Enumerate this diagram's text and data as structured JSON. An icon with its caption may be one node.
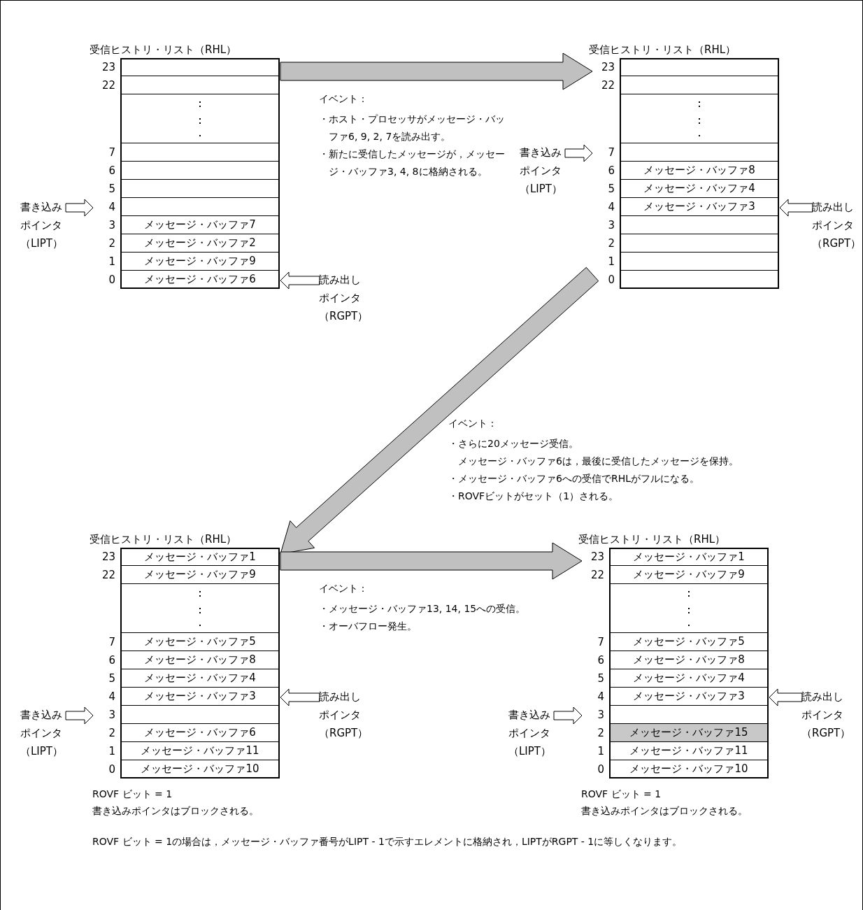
{
  "diagram": {
    "nodes": [
      {
        "text": [
          "受信ヒストリ・リスト（RHL）"
        ]
      },
      {
        "text": [],
        "shape": "box",
        "in": 0,
        "beside": [
          "23"
        ]
      },
      {
        "text": [],
        "shape": "box",
        "in": 0,
        "beside": [
          "22"
        ]
      },
      {
        "text": [],
        "shape": "box",
        "in": 0
      },
      {
        "text": [],
        "shape": "box",
        "in": 0,
        "beside": [
          "7"
        ]
      },
      {
        "text": [],
        "shape": "box",
        "in": 0,
        "beside": [
          "6"
        ]
      },
      {
        "text": [],
        "shape": "box",
        "in": 0,
        "beside": [
          "5"
        ]
      },
      {
        "text": [],
        "shape": "box",
        "in": 0,
        "beside": [
          "4"
        ]
      },
      {
        "text": [
          "メッセージ・バッファ7"
        ],
        "in": 0,
        "beside": [
          "3"
        ]
      },
      {
        "text": [
          "メッセージ・バッファ2"
        ],
        "in": 0,
        "beside": [
          "2"
        ]
      },
      {
        "text": [
          "メッセージ・バッファ9"
        ],
        "in": 0,
        "beside": [
          "1"
        ]
      },
      {
        "text": [
          "メッセージ・バッファ6"
        ],
        "in": 0,
        "beside": [
          "0"
        ]
      },
      {
        "text": [
          "書き込みポインタ（LIPT）"
        ]
      },
      {
        "text": [
          "読み出しポインタ（RGPT）"
        ]
      },
      {
        "text": [
          "受信ヒストリ・リスト（RHL）"
        ]
      },
      {
        "text": [],
        "shape": "box",
        "in": 14,
        "beside": [
          "23"
        ]
      },
      {
        "text": [],
        "shape": "box",
        "in": 14,
        "beside": [
          "22"
        ]
      },
      {
        "text": [],
        "shape": "box",
        "in": 14
      },
      {
        "text": [],
        "shape": "box",
        "in": 14,
        "beside": [
          "7"
        ]
      },
      {
        "text": [
          "メッセージ・バッファ8"
        ],
        "in": 14,
        "beside": [
          "6"
        ]
      },
      {
        "text": [
          "メッセージ・バッファ4"
        ],
        "in": 14,
        "beside": [
          "5"
        ]
      },
      {
        "text": [
          "メッセージ・バッファ3"
        ],
        "in": 14,
        "beside": [
          "4"
        ]
      },
      {
        "text": [],
        "shape": "box",
        "in": 14,
        "beside": [
          "3"
        ]
      },
      {
        "text": [],
        "shape": "box",
        "in": 14,
        "beside": [
          "2"
        ]
      },
      {
        "text": [],
        "shape": "box",
        "in": 14,
        "beside": [
          "1"
        ]
      },
      {
        "text": [],
        "shape": "box",
        "in": 14,
        "beside": [
          "0"
        ]
      },
      {
        "text": [
          "書き込みポインタ（LIPT）"
        ]
      },
      {
        "text": [
          "読み出しポインタ（RGPT）"
        ]
      },
      {
        "text": [
          "受信ヒストリ・リスト（RHL）"
        ],
        "beside": [
          "ROVF ビット = 1",
          "書き込みポインタはブロックされる。"
        ]
      },
      {
        "text": [
          "メッセージ・バッファ1"
        ],
        "in": 28,
        "beside": [
          "23"
        ]
      },
      {
        "text": [
          "メッセージ・バッファ9"
        ],
        "in": 28,
        "beside": [
          "22"
        ]
      },
      {
        "text": [],
        "shape": "box",
        "in": 28
      },
      {
        "text": [
          "メッセージ・バッファ5"
        ],
        "in": 28,
        "beside": [
          "7"
        ]
      },
      {
        "text": [
          "メッセージ・バッファ8"
        ],
        "in": 28,
        "beside": [
          "6"
        ]
      },
      {
        "text": [
          "メッセージ・バッファ4"
        ],
        "in": 28,
        "beside": [
          "5"
        ]
      },
      {
        "text": [
          "メッセージ・バッファ3"
        ],
        "in": 28,
        "beside": [
          "4"
        ]
      },
      {
        "text": [],
        "shape": "box",
        "in": 28,
        "beside": [
          "3"
        ]
      },
      {
        "text": [
          "メッセージ・バッファ6"
        ],
        "in": 28,
        "beside": [
          "2"
        ]
      },
      {
        "text": [
          "メッセージ・バッファ11"
        ],
        "in": 28,
        "beside": [
          "1"
        ]
      },
      {
        "text": [
          "メッセージ・バッファ10"
        ],
        "in": 28,
        "beside": [
          "0"
        ]
      },
      {
        "text": [
          "書き込みポインタ（LIPT）"
        ]
      },
      {
        "text": [
          "読み出しポインタ（RGPT）"
        ]
      },
      {
        "text": [
          "受信ヒストリ・リスト（RHL）"
        ],
        "beside": [
          "ROVF ビット = 1",
          "書き込みポインタはブロックされる。"
        ]
      },
      {
        "text": [
          "メッセージ・バッファ1"
        ],
        "in": 42,
        "beside": [
          "23"
        ]
      },
      {
        "text": [
          "メッセージ・バッファ9"
        ],
        "in": 42,
        "beside": [
          "22"
        ]
      },
      {
        "text": [],
        "shape": "box",
        "in": 42
      },
      {
        "text": [
          "メッセージ・バッファ5"
        ],
        "in": 42,
        "beside": [
          "7"
        ]
      },
      {
        "text": [
          "メッセージ・バッファ8"
        ],
        "in": 42,
        "beside": [
          "6"
        ]
      },
      {
        "text": [
          "メッセージ・バッファ4"
        ],
        "in": 42,
        "beside": [
          "5"
        ]
      },
      {
        "text": [
          "メッセージ・バッファ3"
        ],
        "in": 42,
        "beside": [
          "4"
        ]
      },
      {
        "text": [],
        "shape": "box",
        "in": 42,
        "beside": [
          "3"
        ]
      },
      {
        "text": [
          "メッセージ・バッファ15"
        ],
        "in": 42,
        "beside": [
          "2"
        ]
      },
      {
        "text": [
          "メッセージ・バッファ11"
        ],
        "in": 42,
        "beside": [
          "1"
        ]
      },
      {
        "text": [
          "メッセージ・バッファ10"
        ],
        "in": 42,
        "beside": [
          "0"
        ]
      },
      {
        "text": [
          "書き込みポインタ（LIPT）"
        ]
      },
      {
        "text": [
          "読み出しポインタ（RGPT）"
        ]
      }
    ],
    "edges": [
      {
        "from": 12,
        "to": 7,
        "arrow": "to"
      },
      {
        "from": 13,
        "to": 11,
        "arrow": "to"
      },
      {
        "from": 0,
        "to": 14,
        "arrow": "to",
        "style": "thick"
      },
      {
        "from": 26,
        "to": 18,
        "arrow": "to"
      },
      {
        "from": 27,
        "to": 21,
        "arrow": "to"
      },
      {
        "from": 14,
        "to": 28,
        "arrow": "to",
        "style": "thick"
      },
      {
        "from": 40,
        "to": 36,
        "arrow": "to"
      },
      {
        "from": 41,
        "to": 35,
        "arrow": "to"
      },
      {
        "from": 28,
        "to": 42,
        "arrow": "to",
        "style": "thick"
      },
      {
        "from": 54,
        "to": 50,
        "arrow": "to"
      },
      {
        "from": 55,
        "to": 49,
        "arrow": "to"
      }
    ],
    "labels": [
      "イベント：",
      "・ホスト・プロセッサがメッセージ・バッファ6, 9, 2, 7を読み出す。",
      "・新たに受信したメッセージが，メッセージ・バッファ3, 4, 8に格納される。",
      "イベント：",
      "・さらに20メッセージ受信。",
      "メッセージ・バッファ6は，最後に受信したメッセージを保持。",
      "・メッセージ・バッファ6への受信でRHLがフルになる。",
      "・ROVFビットがセット（1）される。",
      "イベント：",
      "・メッセージ・バッファ13, 14, 15への受信。",
      "・オーバフロー発生。",
      "ROVF ビット = 1の場合は，メッセージ・バッファ番号がLIPT - 1で示すエレメントに格納され，LIPTがRGPT - 1に等しくなります。"
    ]
  }
}
